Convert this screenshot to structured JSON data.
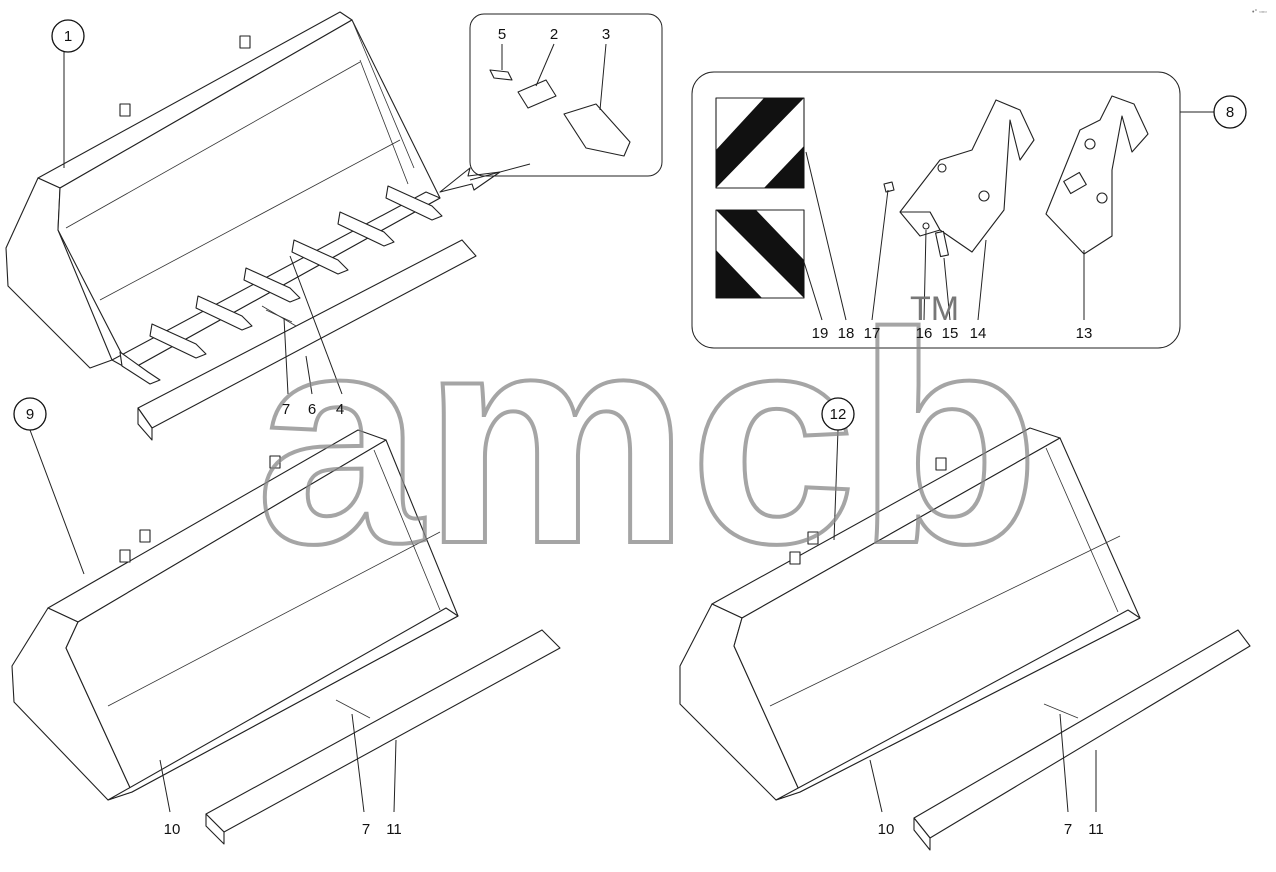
{
  "watermark": {
    "text": "amcb",
    "tm": "TM"
  },
  "corner_mark": "•° ▫▫▫",
  "callouts": {
    "c1": "1",
    "c8": "8",
    "c9": "9",
    "c12": "12"
  },
  "labels": {
    "l5": "5",
    "l2": "2",
    "l3": "3",
    "l7a": "7",
    "l6": "6",
    "l4": "4",
    "l19": "19",
    "l18": "18",
    "l17": "17",
    "l16": "16",
    "l15": "15",
    "l14": "14",
    "l13": "13",
    "l10a": "10",
    "l7b": "7",
    "l11a": "11",
    "l10b": "10",
    "l7c": "7",
    "l11b": "11"
  }
}
